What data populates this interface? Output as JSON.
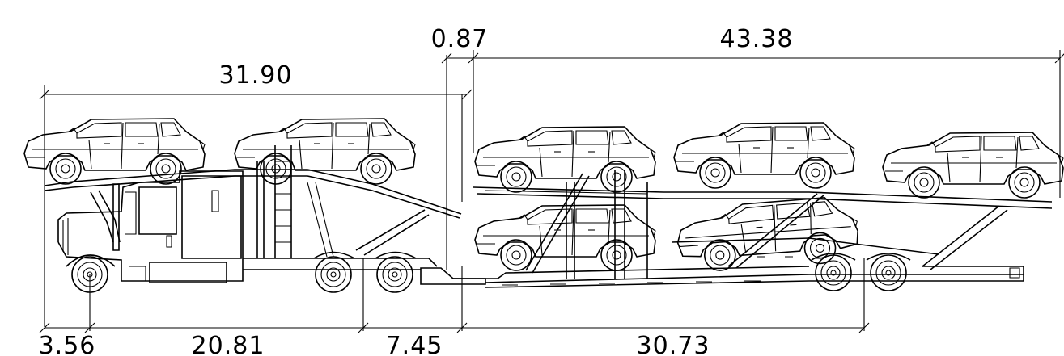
{
  "dimensions": {
    "top": {
      "front_overall": "31.90",
      "gap": "0.87",
      "trailer_overall": "43.38"
    },
    "bottom": {
      "front_overhang": "3.56",
      "tractor_wheelbase": "20.81",
      "to_hitch": "7.45",
      "trailer_wheelbase": "30.73"
    }
  }
}
